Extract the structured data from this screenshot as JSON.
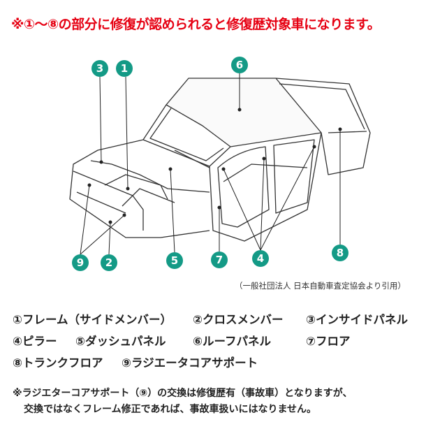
{
  "title": "※①〜⑧の部分に修復が認められると修復歴対象車になります。",
  "badges": {
    "b1": "1",
    "b2": "2",
    "b3": "3",
    "b4": "4",
    "b5": "5",
    "b6": "6",
    "b7": "7",
    "b8": "8",
    "b9": "9"
  },
  "badge_color": "#149a86",
  "credit": "（一般社団法人 日本自動車査定協会より引用）",
  "legend": [
    [
      "①フレーム（サイドメンバー）",
      "②クロスメンバー",
      "③インサイドパネル"
    ],
    [
      "④ピラー",
      "⑤ダッシュパネル",
      "⑥ルーフパネル",
      "⑦フロア"
    ],
    [
      "⑧トランクフロア",
      "⑨ラジエータコアサポート"
    ]
  ],
  "note": {
    "line1": "※ラジエターコアサポート（⑨）の交換は修復歴有（事故車）となりますが、",
    "line2": "交換ではなくフレーム修正であれば、事故車扱いにはなりません。"
  }
}
